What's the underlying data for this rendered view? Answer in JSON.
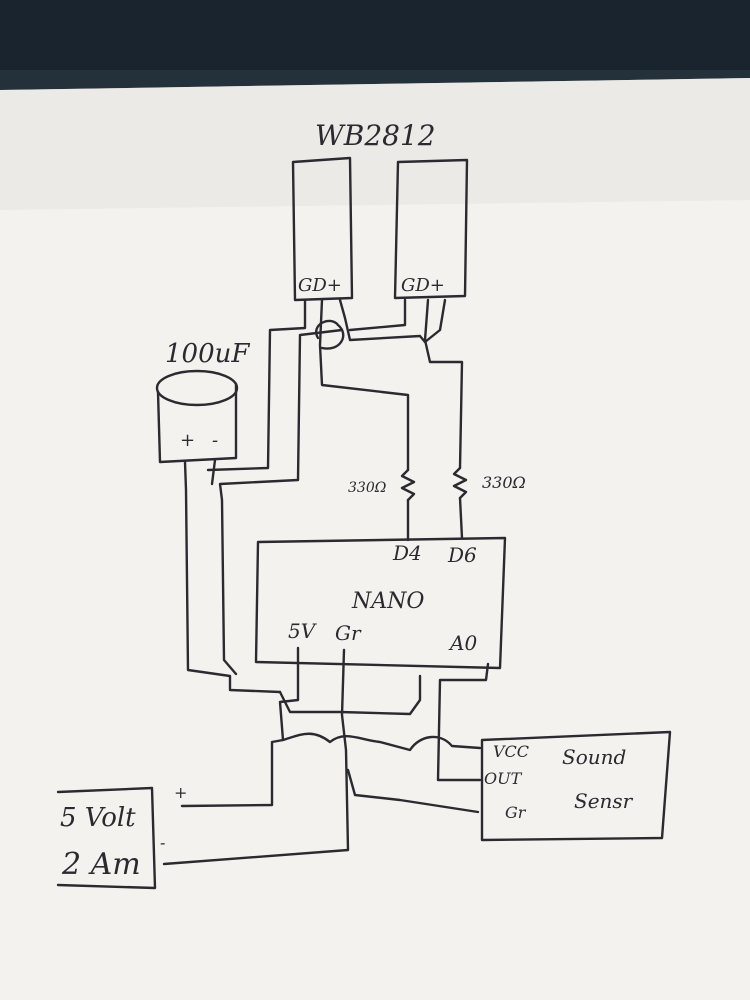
{
  "colors": {
    "fabric": "#24313b",
    "fabric_dark": "#16202a",
    "paper": "#f3f2ee",
    "ink": "#2a2a30"
  },
  "labels": {
    "strip_title": "WB2812",
    "strip_left_pins": "GD+",
    "strip_right_pins": "GD+",
    "capacitor_value": "100uF",
    "cap_plus": "+",
    "cap_minus": "-",
    "resistor_left": "330Ω",
    "resistor_right": "330Ω",
    "nano_title": "NANO",
    "nano_pin_d4": "D4",
    "nano_pin_d6": "D6",
    "nano_pin_5v": "5V",
    "nano_pin_gr": "Gr",
    "nano_pin_a0": "A0",
    "supply_line1": "5 Volt",
    "supply_line2": "2 Am",
    "supply_plus": "+",
    "supply_minus": "-",
    "sensor_title_1": "Sound",
    "sensor_title_2": "Sensr",
    "sensor_vcc": "VCC",
    "sensor_out": "OUT",
    "sensor_gr": "Gr"
  }
}
